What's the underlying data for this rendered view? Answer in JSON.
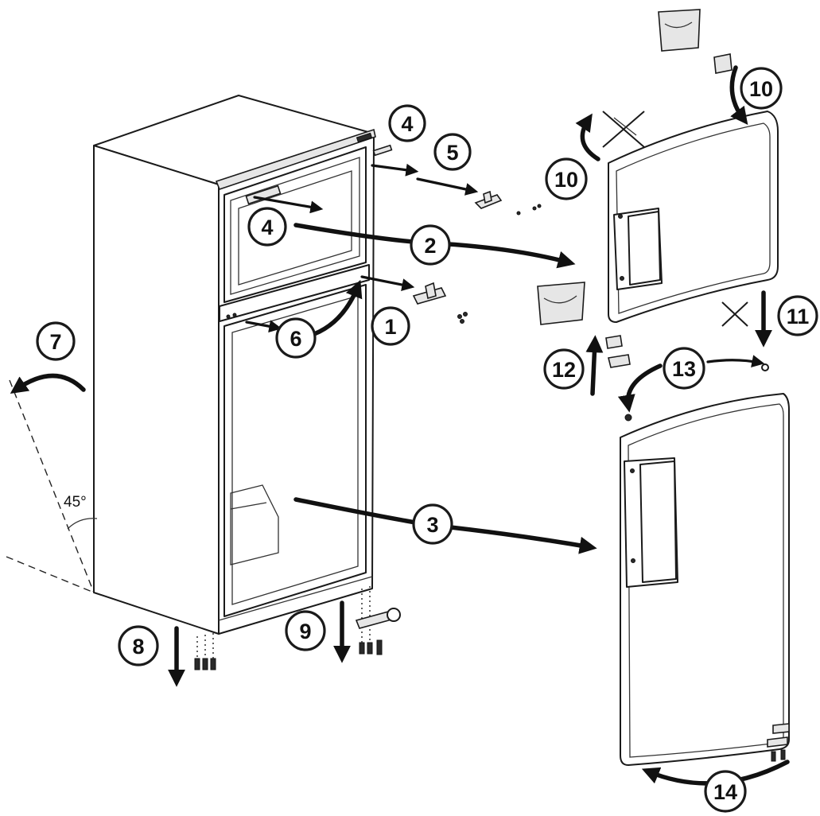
{
  "diagram": {
    "angle_label": "45°",
    "callouts": [
      {
        "id": "c4a",
        "label": "4"
      },
      {
        "id": "c5",
        "label": "5"
      },
      {
        "id": "c10a",
        "label": "10"
      },
      {
        "id": "c10b",
        "label": "10"
      },
      {
        "id": "c4b",
        "label": "4"
      },
      {
        "id": "c2",
        "label": "2"
      },
      {
        "id": "c1",
        "label": "1"
      },
      {
        "id": "c6",
        "label": "6"
      },
      {
        "id": "c7",
        "label": "7"
      },
      {
        "id": "c11",
        "label": "11"
      },
      {
        "id": "c12",
        "label": "12"
      },
      {
        "id": "c13",
        "label": "13"
      },
      {
        "id": "c3",
        "label": "3"
      },
      {
        "id": "c8",
        "label": "8"
      },
      {
        "id": "c9",
        "label": "9"
      },
      {
        "id": "c14",
        "label": "14"
      }
    ]
  }
}
